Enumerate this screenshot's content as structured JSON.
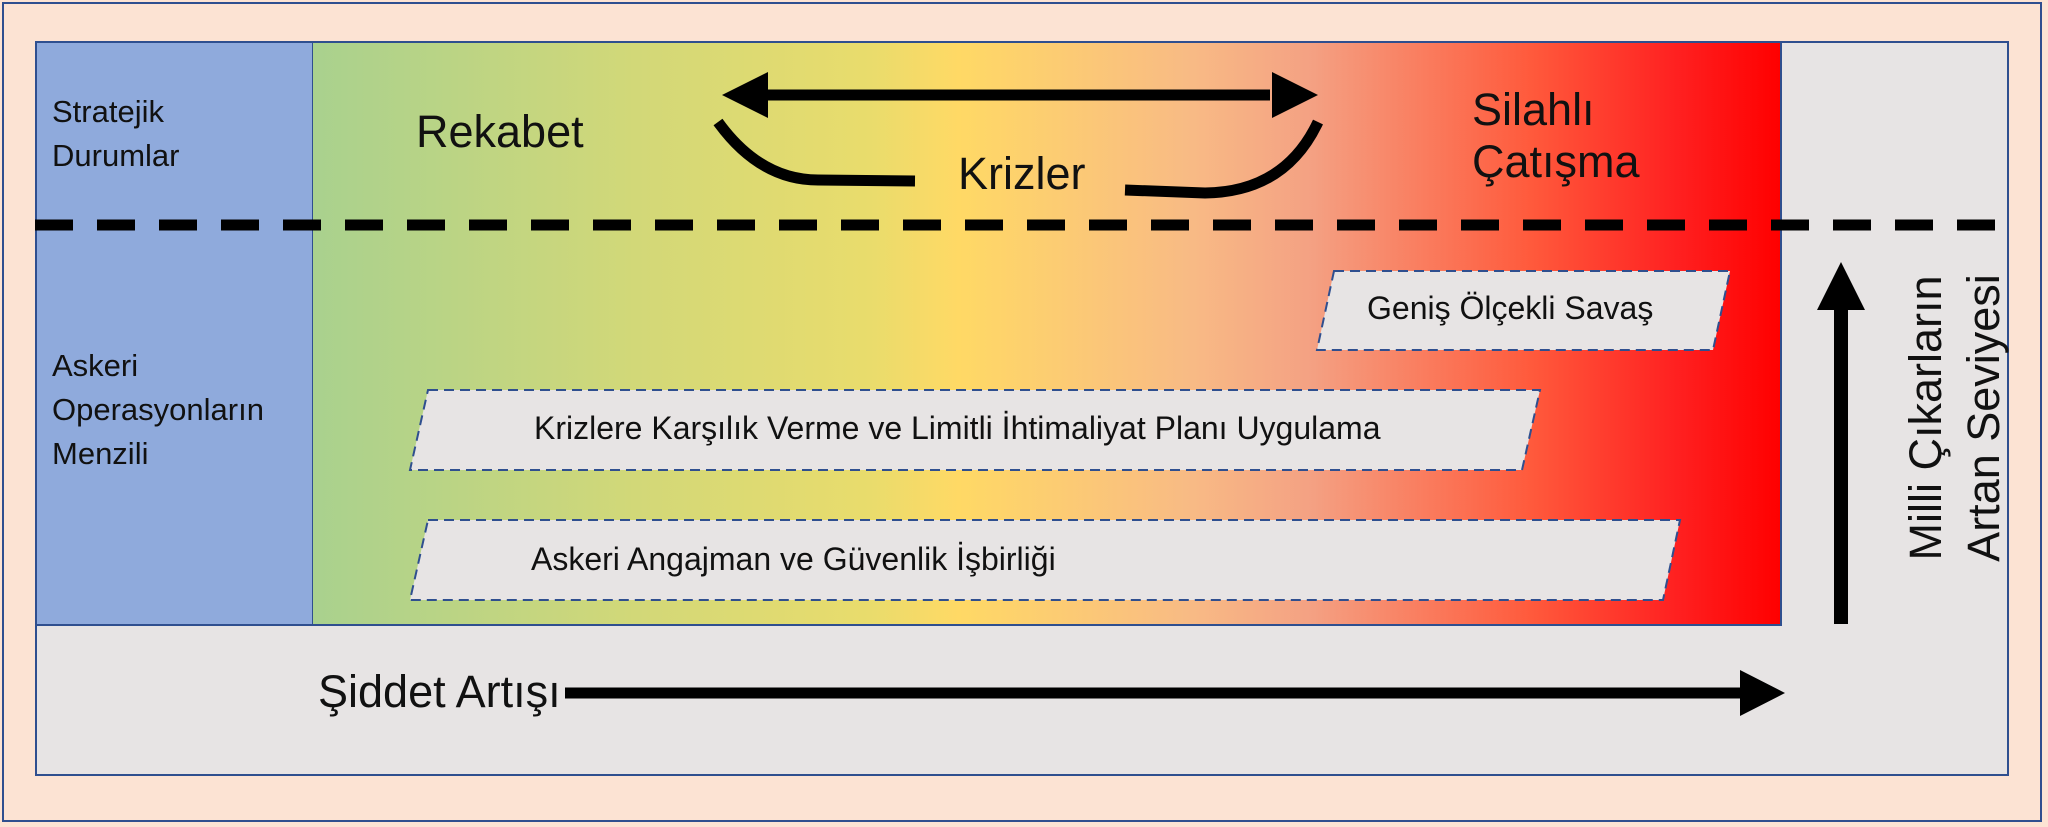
{
  "labels": {
    "strategic_situations_line1": "Stratejik",
    "strategic_situations_line2": "Durumlar",
    "military_ops_line1": "Askeri",
    "military_ops_line2": "Operasyonların",
    "military_ops_line3": "Menzili",
    "competition": "Rekabet",
    "crises": "Krizler",
    "armed_conflict_line1": "Silahlı",
    "armed_conflict_line2": "Çatışma",
    "violence_increase": "Şiddet Artışı",
    "national_interest_line1": "Milli Çıkarların",
    "national_interest_line2": "Artan Seviyesi"
  },
  "operations": [
    {
      "label": "Geniş Ölçekli Savaş"
    },
    {
      "label": "Krizlere Karşılık Verme ve Limitli İhtimaliyat Planı Uygulama"
    },
    {
      "label": "Askeri Angajman ve Güvenlik İşbirliği"
    }
  ],
  "colors": {
    "background": "#fce3d3",
    "border": "#2f4f8f",
    "blue_column": "#8faadc",
    "gradient_start": "#a9d18e",
    "gradient_mid": "#ffd965",
    "gradient_end": "#ff0000",
    "panel_gray": "#e7e4e4"
  }
}
